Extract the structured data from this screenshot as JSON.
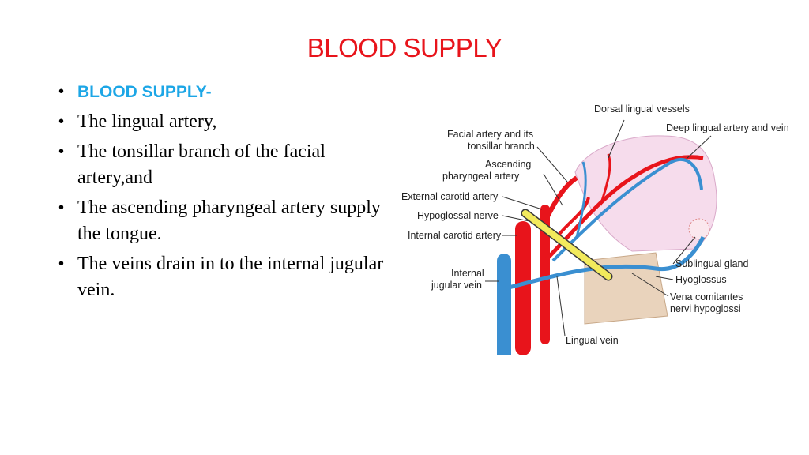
{
  "title": "BLOOD SUPPLY",
  "bullets": {
    "heading": "BLOOD SUPPLY-",
    "items": [
      "The lingual artery,",
      "The tonsillar branch of the facial artery,and",
      "The ascending pharyngeal artery supply the tongue.",
      "The veins drain in to the internal jugular vein."
    ]
  },
  "diagram": {
    "labels": {
      "dorsal_lingual": "Dorsal lingual vessels",
      "deep_lingual": "Deep lingual artery and vein",
      "facial_1": "Facial artery and its",
      "facial_2": "tonsillar branch",
      "ascending_1": "Ascending",
      "ascending_2": "pharyngeal artery",
      "external_carotid": "External carotid artery",
      "hypoglossal": "Hypoglossal nerve",
      "internal_carotid": "Internal carotid artery",
      "internal_jugular_1": "Internal",
      "internal_jugular_2": "jugular vein",
      "sublingual_gland": "Sublingual gland",
      "hyoglossus": "Hyoglossus",
      "vena_1": "Vena comitantes",
      "vena_2": "nervi hypoglossi",
      "lingual_vein": "Lingual vein"
    },
    "colors": {
      "artery": "#e8141b",
      "vein": "#3a8fd1",
      "nerve": "#f2ea5c",
      "tongue": "#f6dcec",
      "muscle": "#e9d3bc"
    }
  }
}
